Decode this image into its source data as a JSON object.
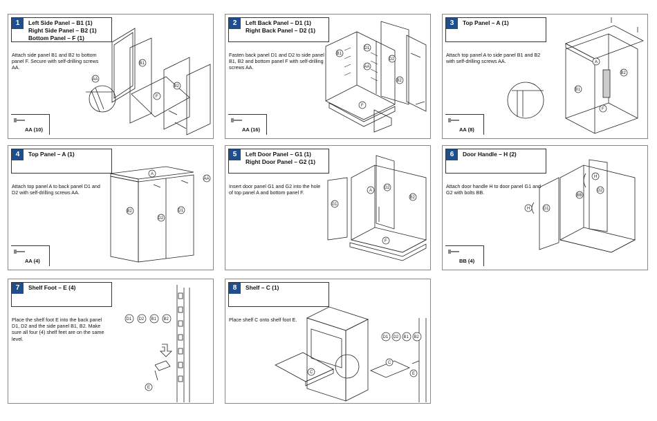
{
  "steps": [
    {
      "number": "1",
      "titles": [
        "Left Side Panel – B1 (1)",
        "Right Side Panel – B2 (1)",
        "Bottom Panel – F (1)"
      ],
      "instruction": "Attach side panel B1 and B2 to bottom panel F.  Secure with self-drilling screws AA.",
      "hardware": "AA (10)",
      "labels": [
        "B1",
        "B2",
        "F",
        "AA"
      ]
    },
    {
      "number": "2",
      "titles": [
        "Left Back Panel – D1 (1)",
        "Right Back Panel – D2 (1)"
      ],
      "instruction": "Fasten back panel D1 and D2 to side panel B1, B2 and bottom panel F with self-drilling screws AA.",
      "hardware": "AA (16)",
      "labels": [
        "B1",
        "D1",
        "D2",
        "AA",
        "B2",
        "F"
      ]
    },
    {
      "number": "3",
      "titles": [
        "Top Panel – A (1)"
      ],
      "instruction": "Attach top panel A to side panel B1 and B2 with self-drilling screws AA.",
      "hardware": "AA (8)",
      "labels": [
        "A",
        "B2",
        "B1",
        "F"
      ]
    },
    {
      "number": "4",
      "titles": [
        "Top Panel – A (1)"
      ],
      "instruction": "Attach top panel A to back panel D1 and D2 with self-drilling screws AA.",
      "hardware": "AA (4)",
      "labels": [
        "A",
        "AA",
        "B2",
        "D2",
        "D1"
      ]
    },
    {
      "number": "5",
      "titles": [
        "Left Door Panel – G1 (1)",
        "Right Door Panel – G2 (1)"
      ],
      "instruction": "Insert door panel G1 and G2 into the hole of top panel A and bottom panel F.",
      "labels": [
        "A",
        "G2",
        "G1",
        "B2",
        "F"
      ]
    },
    {
      "number": "6",
      "titles": [
        "Door Handle – H (2)"
      ],
      "instruction": "Attach door handle H to door panel G1 and G2 with bolts BB.",
      "hardware": "BB (4)",
      "labels": [
        "H",
        "G2",
        "BB",
        "H",
        "G1"
      ]
    },
    {
      "number": "7",
      "titles": [
        "Shelf Foot – E (4)"
      ],
      "instruction": "Place the shelf foot E into the back panel D1, D2 and the side panel B1, B2.  Make sure all four (4) shelf feet are on the same level.",
      "labels": [
        "D1",
        "D2",
        "B1",
        "B2",
        "E"
      ]
    },
    {
      "number": "8",
      "titles": [
        "Shelf – C (1)"
      ],
      "instruction": "Place shelf C onto shelf foot E.",
      "labels": [
        "D1",
        "D2",
        "B1",
        "B2",
        "C",
        "C",
        "E"
      ]
    }
  ]
}
